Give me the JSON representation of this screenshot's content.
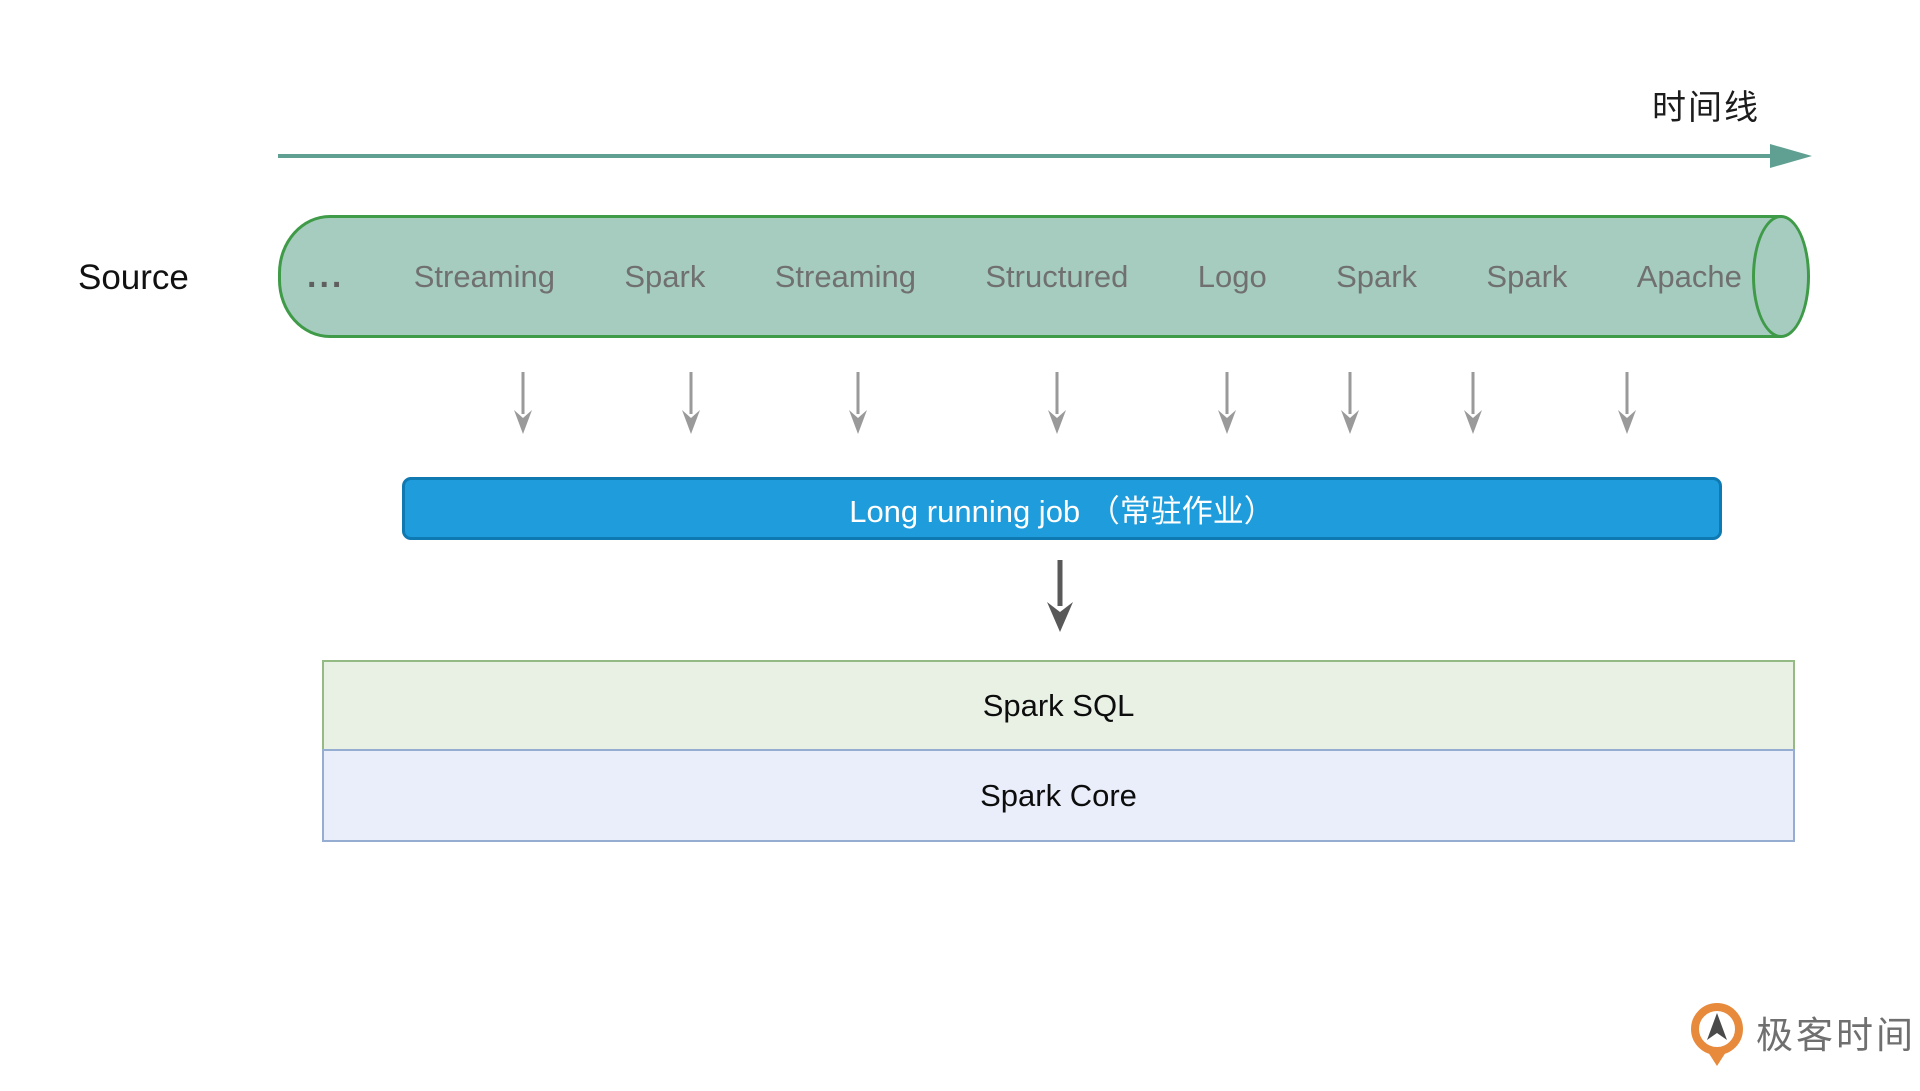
{
  "page": {
    "background": "#ffffff"
  },
  "timeline": {
    "label": "时间线",
    "color": "#5fa093"
  },
  "source": {
    "label": "Source",
    "items": [
      "...",
      "Streaming",
      "Spark",
      "Streaming",
      "Structured",
      "Logo",
      "Spark",
      "Spark",
      "Apache"
    ],
    "fill": "#a6ccc0",
    "border_color": "#3f9b48",
    "text_color": "#707070"
  },
  "flow_arrows": {
    "count": 8,
    "color": "#9a9a9a"
  },
  "job": {
    "label": "Long running job （常驻作业）",
    "fill": "#1e9cdb",
    "border_color": "#0f79b2",
    "text_color": "#ffffff"
  },
  "center_arrow_color": "#595959",
  "layers": [
    {
      "label": "Spark SQL",
      "fill": "#e8f1e3",
      "border_color": "#95bb85"
    },
    {
      "label": "Spark Core",
      "fill": "#e9eefa",
      "border_color": "#96add2"
    }
  ],
  "brand": {
    "text": "极客时间",
    "text_color": "#6f6f6f",
    "icon_color": "#e88a3c"
  }
}
